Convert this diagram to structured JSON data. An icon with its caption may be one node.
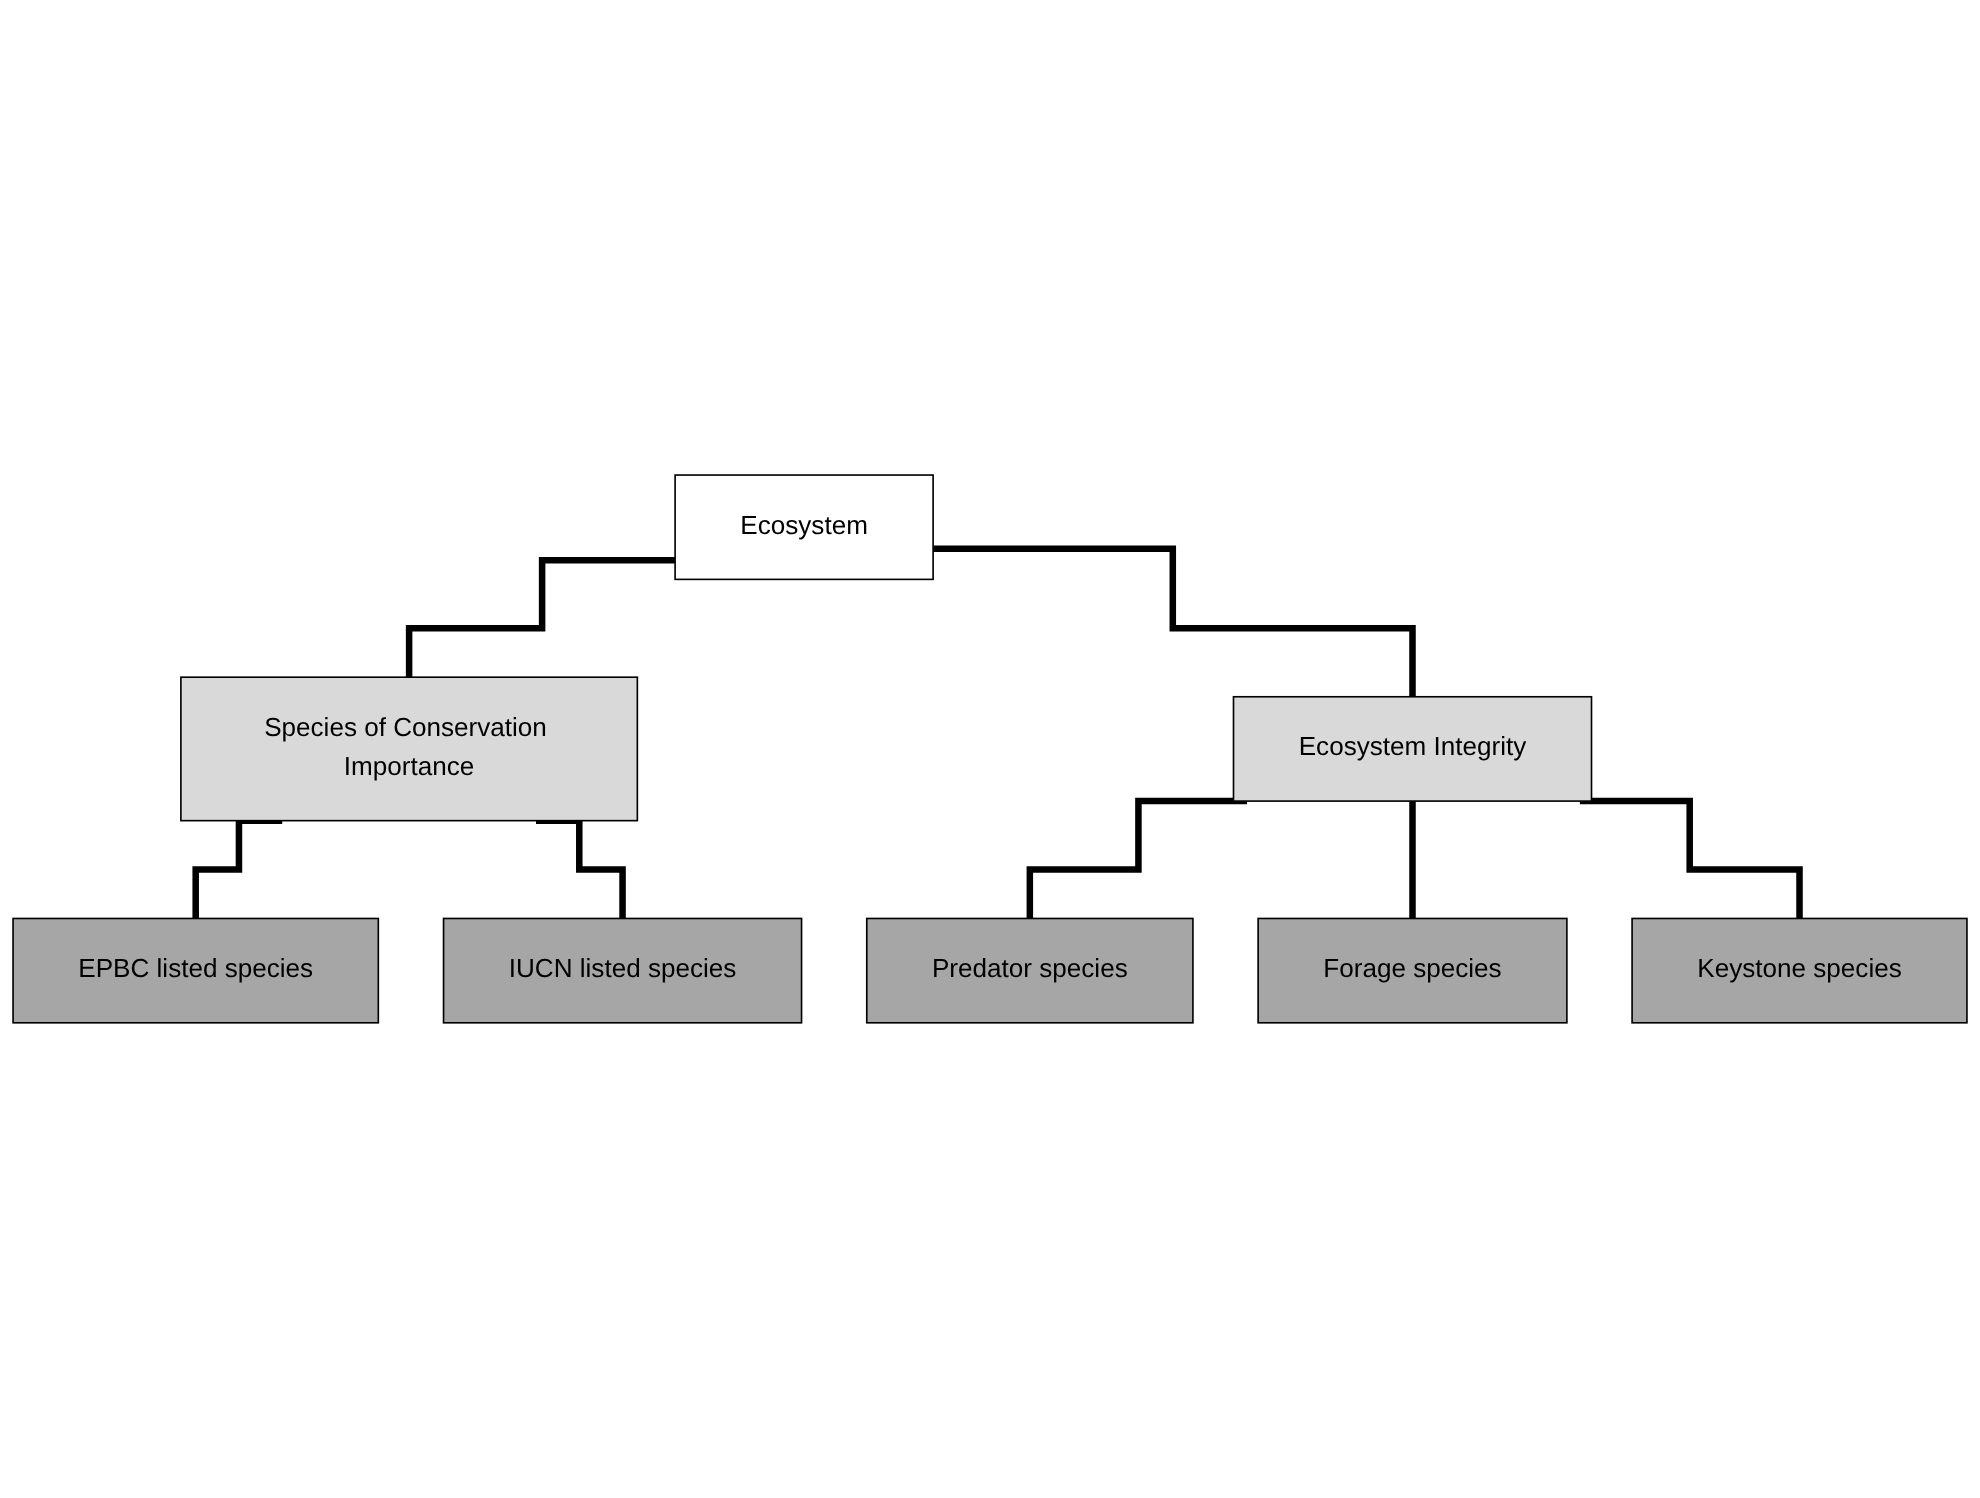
{
  "diagram": {
    "nodes": [
      {
        "text": [
          "Ecosystem"
        ]
      },
      {
        "text": [
          "Species of Conservation Importance"
        ]
      },
      {
        "text": [
          "Ecosystem Integrity"
        ]
      },
      {
        "text": [
          "EPBC listed species"
        ]
      },
      {
        "text": [
          "IUCN listed species"
        ]
      },
      {
        "text": [
          "Predator species"
        ]
      },
      {
        "text": [
          "Forage species"
        ]
      },
      {
        "text": [
          "Keystone species"
        ]
      }
    ],
    "edges": [
      {
        "from": 0,
        "to": 1,
        "arrow": "none"
      },
      {
        "from": 0,
        "to": 2,
        "arrow": "none"
      },
      {
        "from": 1,
        "to": 3,
        "arrow": "none"
      },
      {
        "from": 1,
        "to": 4,
        "arrow": "none"
      },
      {
        "from": 2,
        "to": 5,
        "arrow": "none"
      },
      {
        "from": 2,
        "to": 6,
        "arrow": "none"
      },
      {
        "from": 2,
        "to": 7,
        "arrow": "none"
      }
    ]
  }
}
